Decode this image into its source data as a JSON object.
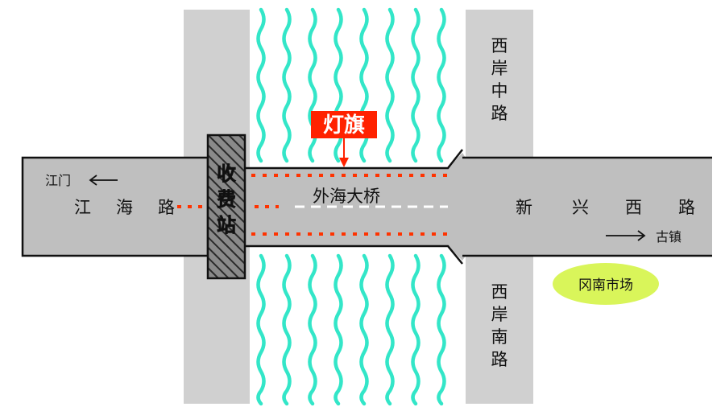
{
  "labels": {
    "jiangmen": "江门",
    "jianghai_road": [
      "江",
      "海",
      "路"
    ],
    "toll_station": [
      "收",
      "费",
      "站"
    ],
    "waihai_bridge": "外海大桥",
    "flag": "灯旗",
    "xinxing_west_road": [
      "新",
      "兴",
      "西",
      "路"
    ],
    "guzhen": "古镇",
    "xian_zhong_road": [
      "西",
      "岸",
      "中",
      "路"
    ],
    "xian_nan_road": [
      "西",
      "岸",
      "南",
      "路"
    ],
    "gangnan_market": "冈南市场"
  },
  "colors": {
    "road": "#bfbfbf",
    "vertical_road": "#d0d0d0",
    "river_wave": "#33e6c8",
    "lane_marker": "#ff3300",
    "center_line": "#ffffff",
    "flag_bg": "#ff2200",
    "market_ellipse": "#d9f55a",
    "toll_fill": "#8a8a8a"
  }
}
